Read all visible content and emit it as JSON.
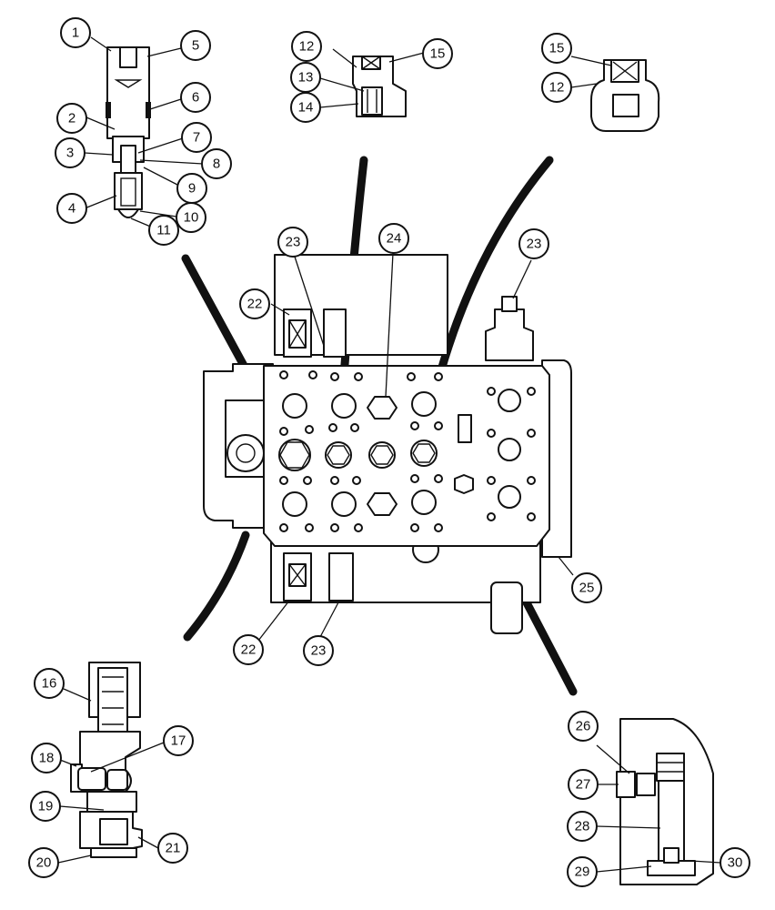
{
  "colors": {
    "ink": "#111111",
    "paper": "#ffffff"
  },
  "callouts": [
    {
      "id": "1",
      "text": "1"
    },
    {
      "id": "2",
      "text": "2"
    },
    {
      "id": "3",
      "text": "3"
    },
    {
      "id": "4",
      "text": "4"
    },
    {
      "id": "5",
      "text": "5"
    },
    {
      "id": "6",
      "text": "6"
    },
    {
      "id": "7",
      "text": "7"
    },
    {
      "id": "8",
      "text": "8"
    },
    {
      "id": "9",
      "text": "9"
    },
    {
      "id": "10",
      "text": "10"
    },
    {
      "id": "11",
      "text": "11"
    },
    {
      "id": "12a",
      "text": "12"
    },
    {
      "id": "13",
      "text": "13"
    },
    {
      "id": "14",
      "text": "14"
    },
    {
      "id": "15a",
      "text": "15"
    },
    {
      "id": "15b",
      "text": "15"
    },
    {
      "id": "12b",
      "text": "12"
    },
    {
      "id": "23a",
      "text": "23"
    },
    {
      "id": "24",
      "text": "24"
    },
    {
      "id": "23b",
      "text": "23"
    },
    {
      "id": "22a",
      "text": "22"
    },
    {
      "id": "25",
      "text": "25"
    },
    {
      "id": "22b",
      "text": "22"
    },
    {
      "id": "23c",
      "text": "23"
    },
    {
      "id": "16",
      "text": "16"
    },
    {
      "id": "17",
      "text": "17"
    },
    {
      "id": "18",
      "text": "18"
    },
    {
      "id": "19",
      "text": "19"
    },
    {
      "id": "20",
      "text": "20"
    },
    {
      "id": "21",
      "text": "21"
    },
    {
      "id": "26",
      "text": "26"
    },
    {
      "id": "27",
      "text": "27"
    },
    {
      "id": "28",
      "text": "28"
    },
    {
      "id": "29",
      "text": "29"
    },
    {
      "id": "30",
      "text": "30"
    }
  ]
}
